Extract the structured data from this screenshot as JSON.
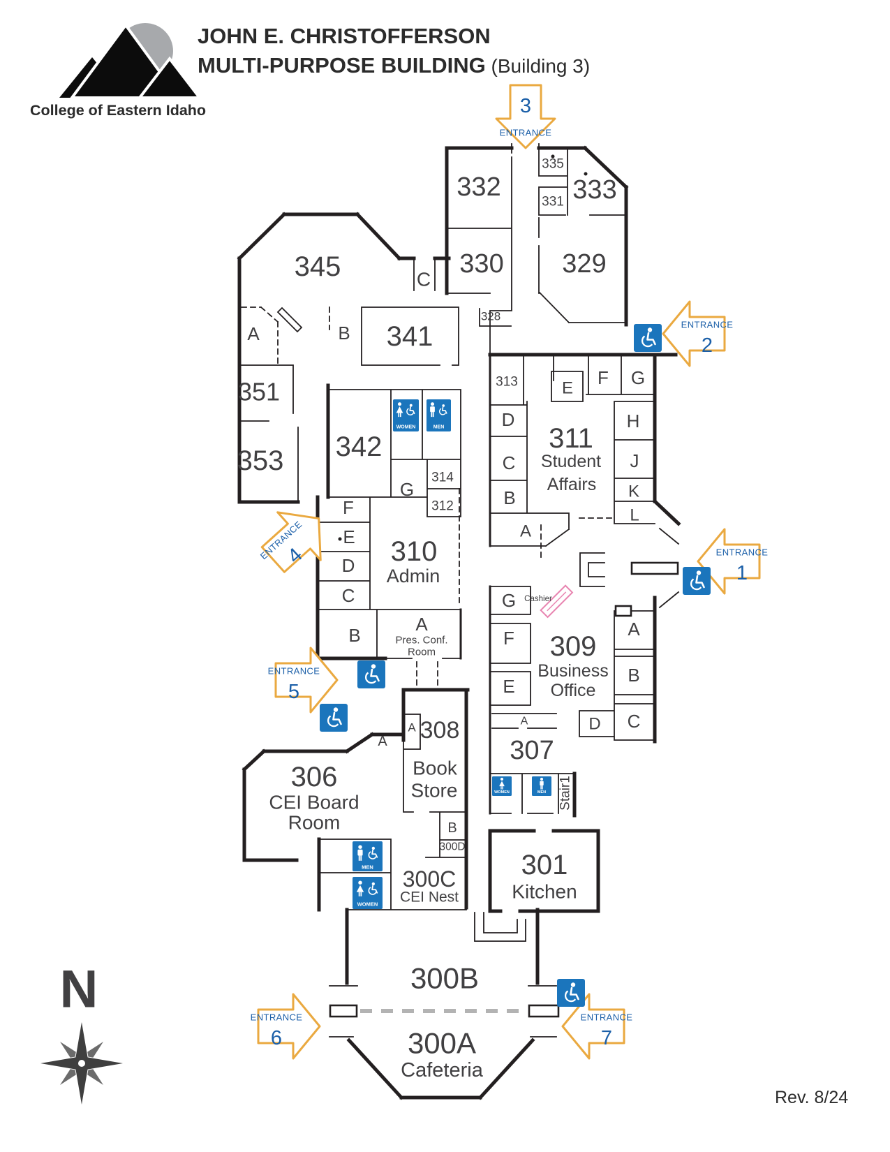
{
  "header": {
    "title_line1": "JOHN E. CHRISTOFFERSON",
    "title_line2": "MULTI-PURPOSE BUILDING",
    "title_suffix": " (Building 3)",
    "logo_text": "College of Eastern Idaho"
  },
  "compass": {
    "north": "N"
  },
  "footer": {
    "revision": "Rev. 8/24"
  },
  "signs": {
    "women": "WOMEN",
    "men": "MEN"
  },
  "entrances": {
    "e1": {
      "word": "ENTRANCE",
      "num": "1"
    },
    "e2": {
      "word": "ENTRANCE",
      "num": "2"
    },
    "e3": {
      "word": "ENTRANCE",
      "num": "3"
    },
    "e4": {
      "word": "ENTRANCE",
      "num": "4"
    },
    "e5": {
      "word": "ENTRANCE",
      "num": "5"
    },
    "e6": {
      "word": "ENTRANCE",
      "num": "6"
    },
    "e7": {
      "word": "ENTRANCE",
      "num": "7"
    }
  },
  "rooms": {
    "r345": "345",
    "r345a": "A",
    "r345b": "B",
    "r341": "341",
    "r328": "328",
    "r351": "351",
    "r353": "353",
    "r332": "332",
    "r330": "330",
    "rc": "C",
    "r335": "335",
    "r331": "331",
    "r333": "333",
    "r329": "329",
    "r342": "342",
    "r310g": "G",
    "r314": "314",
    "r312": "312",
    "r310": "310",
    "r310name": "Admin",
    "r310f": "F",
    "r310e": "E",
    "r310d": "D",
    "r310c": "C",
    "r310b": "B",
    "r310a": "A",
    "r310a_sub1": "Pres. Conf.",
    "r310a_sub2": "Room",
    "r313": "313",
    "r311e": "E",
    "r311f": "F",
    "r311g": "G",
    "r311d": "D",
    "r311c": "C",
    "r311b": "B",
    "r311h": "H",
    "r311j": "J",
    "r311k": "K",
    "r311l": "L",
    "r311a": "A",
    "r311": "311",
    "r311name1": "Student",
    "r311name2": "Affairs",
    "r309": "309",
    "r309name1": "Business",
    "r309name2": "Office",
    "r309g": "G",
    "r309f": "F",
    "r309e": "E",
    "r309a": "A",
    "r309b": "B",
    "r309c": "C",
    "r309d": "D",
    "cashier": "Cashier",
    "r307": "307",
    "r307a": "A",
    "stair1": "Stair1",
    "r308": "308",
    "r308name1": "Book",
    "r308name2": "Store",
    "r308a1": "A",
    "r308a2": "A",
    "r308b": "B",
    "r300d": "300D",
    "r306": "306",
    "r306name1": "CEI Board",
    "r306name2": "Room",
    "r300c": "300C",
    "r300cname": "CEI Nest",
    "r301": "301",
    "r301name": "Kitchen",
    "r300b": "300B",
    "r300a": "300A",
    "r300aname": "Cafeteria"
  },
  "colors": {
    "wall": "#231f20",
    "label_text": "#414042",
    "entrance_arrow_gold": "#eaa940",
    "entrance_text_blue": "#1b5fa8",
    "accessible_blue": "#1b75bc",
    "cashier_pink": "#e884b0",
    "hall_dash_gray": "#b3b3b3",
    "logo_gray": "#a7a9ac"
  }
}
